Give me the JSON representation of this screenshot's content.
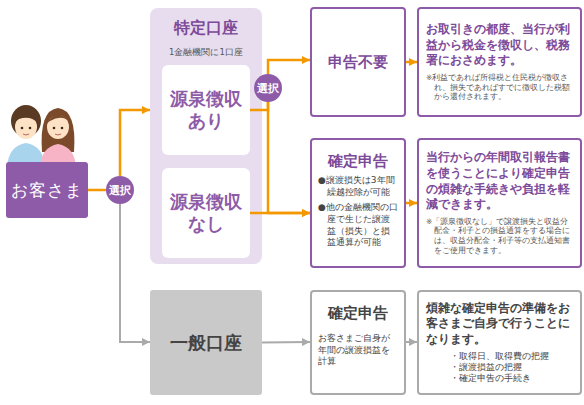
{
  "diagram": {
    "nodes": [
      {
        "text": [
          "お客さま"
        ]
      },
      {
        "text": [
          "選択"
        ]
      },
      {
        "text": [
          "特定口座",
          "1金融機関に1口座"
        ]
      },
      {
        "text": [
          "源泉徴収あり"
        ],
        "in": 2
      },
      {
        "text": [
          "源泉徴収なし"
        ],
        "in": 2
      },
      {
        "text": [
          "選択"
        ]
      },
      {
        "text": [
          "申告不要"
        ]
      },
      {
        "text": [
          "お取引きの都度、当行が利益から税金を徴収し、税務署におさめます。",
          "※利益であれば所得税と住民税が徴収され、損失であればすでに徴収した税額から還付されます。"
        ]
      },
      {
        "text": [
          "確定申告",
          "●譲渡損失は3年間繰越控除が可能",
          "●他の金融機関の口座で生じた譲渡益（損失）と損益通算が可能"
        ]
      },
      {
        "text": [
          "当行からの年間取引報告書を使うことにより確定申告の煩雑な手続きや負担を軽減できます。",
          "※「源泉徴収なし」で譲渡損失と収益分配金・利子との損益通算をする場合には、収益分配金・利子等の支払通知書をご使用できます。"
        ]
      },
      {
        "text": [
          "一般口座"
        ]
      },
      {
        "text": [
          "確定申告",
          "お客さまご自身が年間の譲渡損益を計算"
        ]
      },
      {
        "text": [
          "煩雑な確定申告の準備をお客さまご自身で行うことになります。",
          "・取得日、取得費の把握",
          "・譲渡損益の把握",
          "・確定申告の手続き"
        ]
      }
    ],
    "edges": [
      {
        "from": 0,
        "to": 1,
        "arrow": "none"
      },
      {
        "from": 1,
        "to": 2,
        "arrow": "to"
      },
      {
        "from": 1,
        "to": 10,
        "arrow": "to"
      },
      {
        "from": 3,
        "to": 5,
        "arrow": "none"
      },
      {
        "from": 5,
        "to": 6,
        "arrow": "to"
      },
      {
        "from": 5,
        "to": 8,
        "arrow": "to"
      },
      {
        "from": 4,
        "to": 8,
        "arrow": "to"
      },
      {
        "from": 6,
        "to": 7,
        "arrow": "to"
      },
      {
        "from": 8,
        "to": 9,
        "arrow": "to"
      },
      {
        "from": 10,
        "to": 11,
        "arrow": "to"
      },
      {
        "from": 11,
        "to": 12,
        "arrow": "to"
      }
    ]
  }
}
